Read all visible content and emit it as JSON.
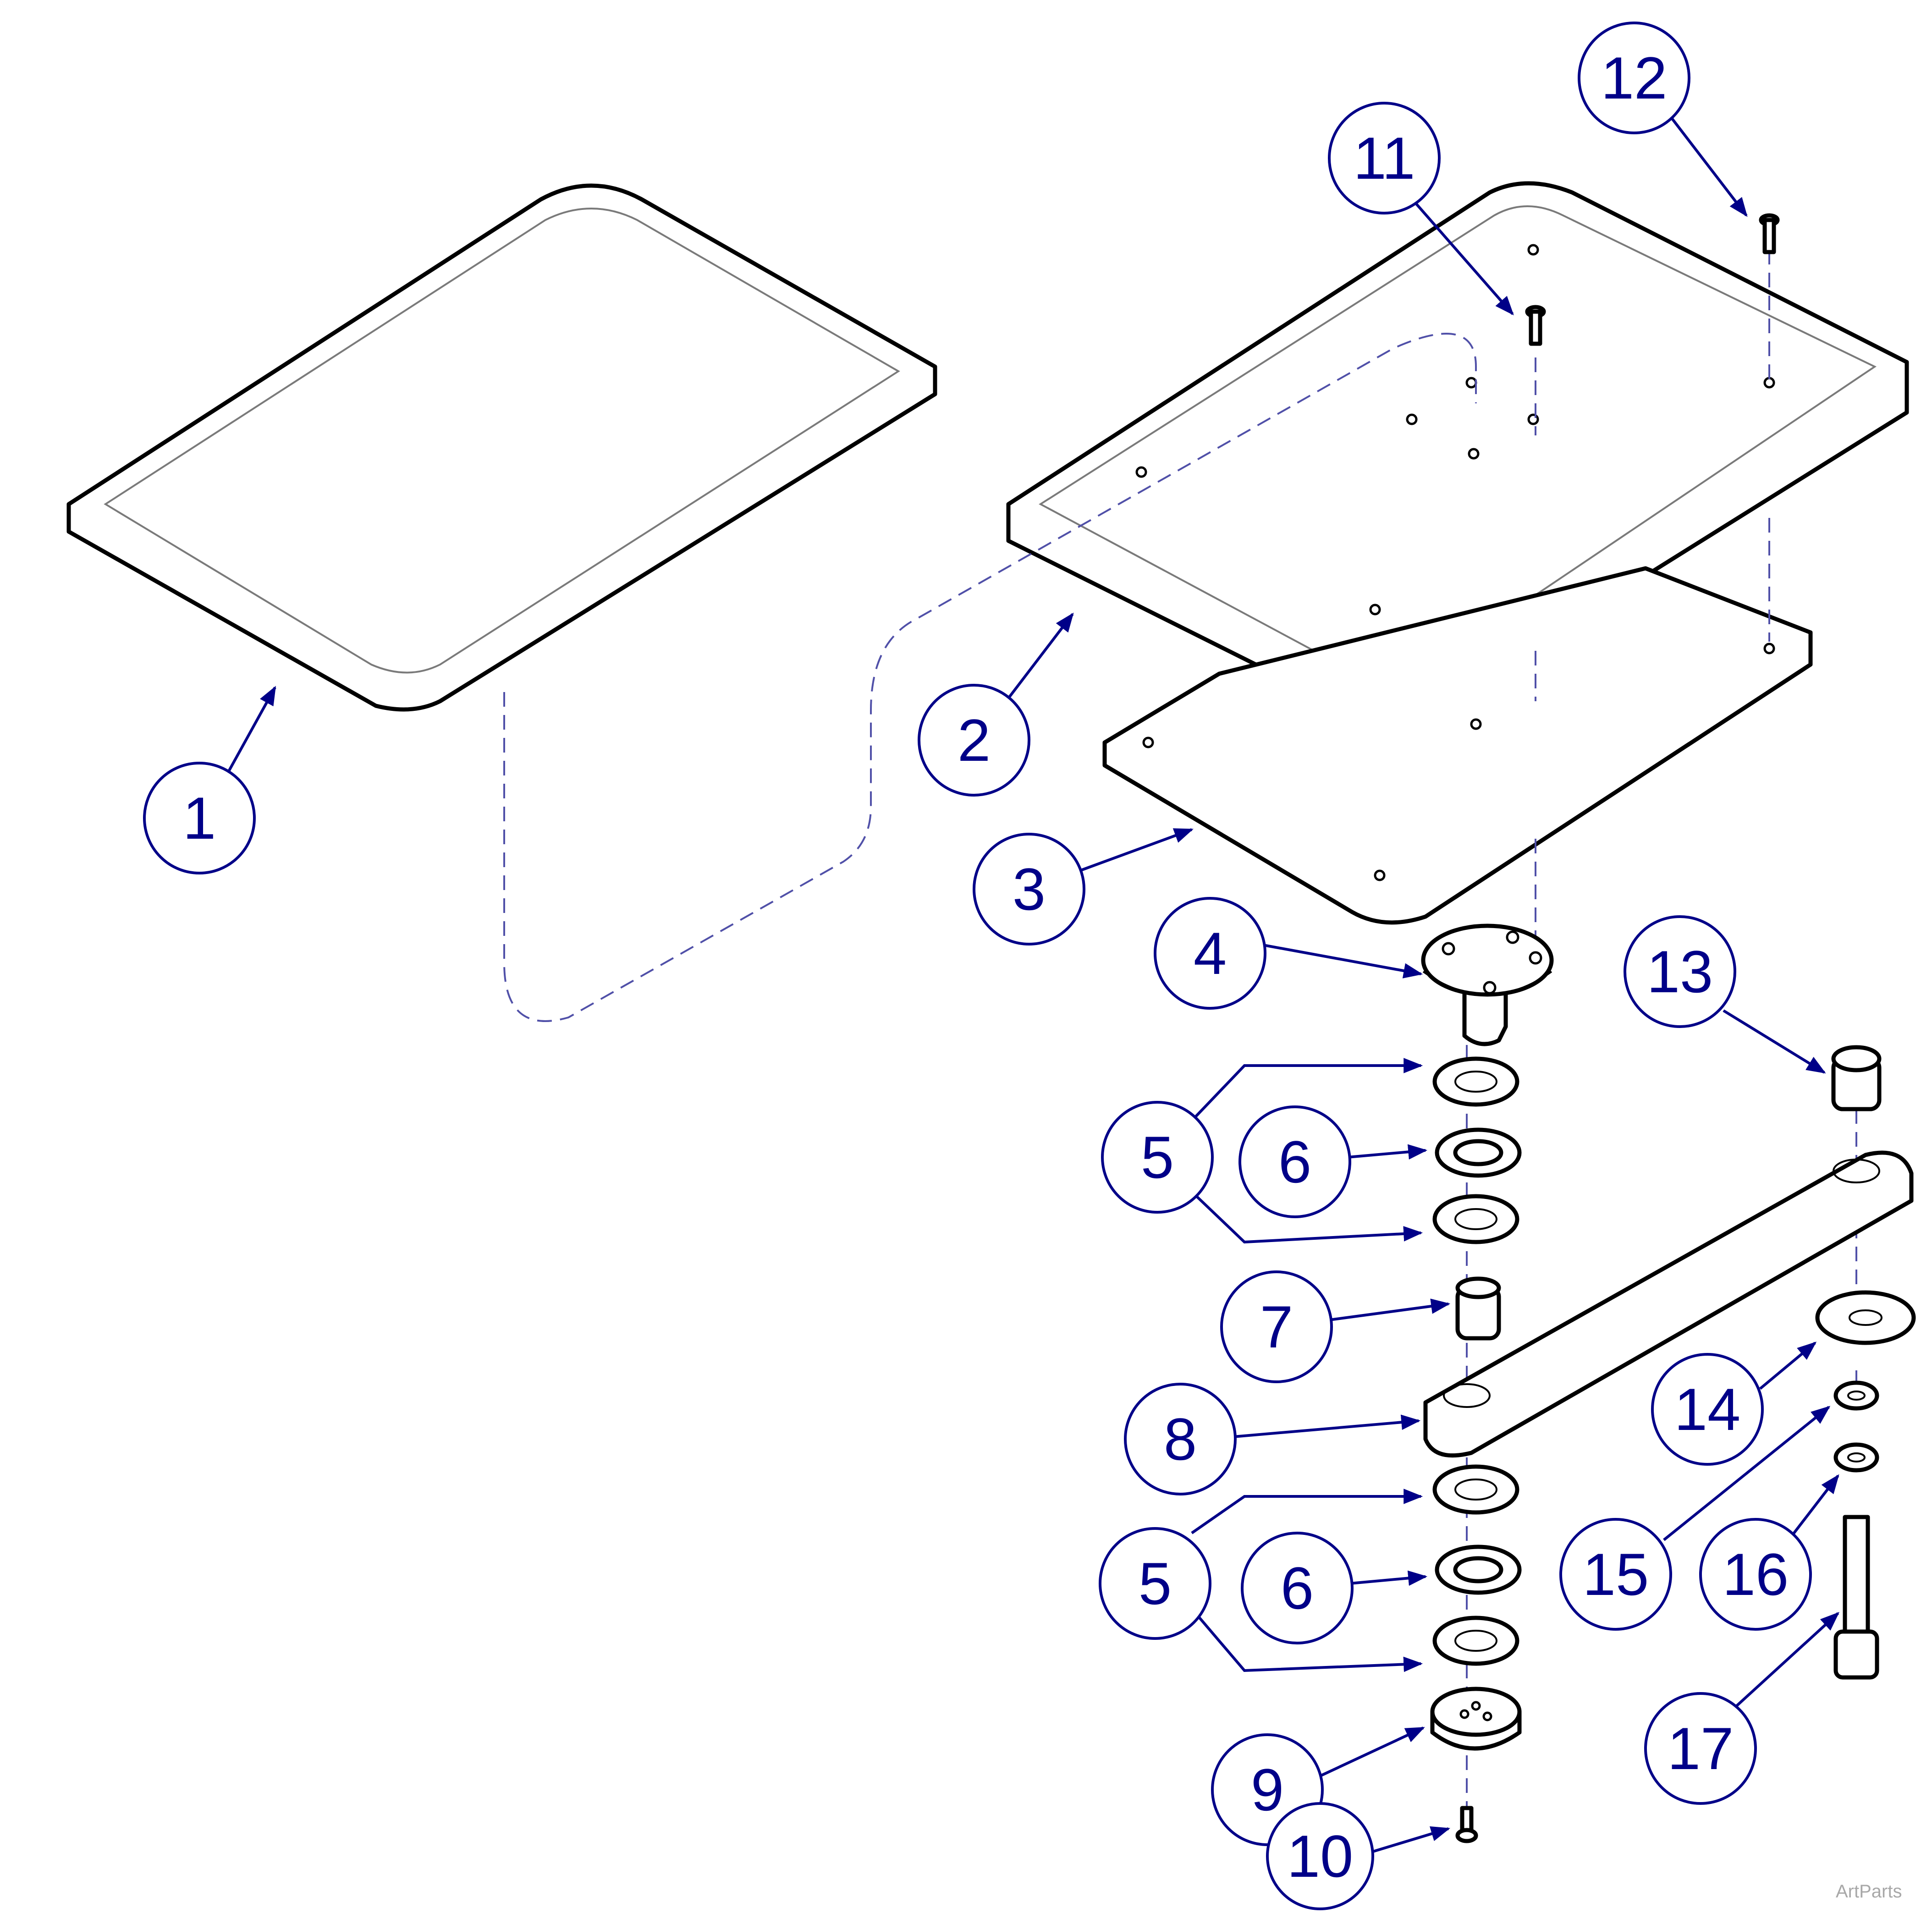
{
  "diagram": {
    "callouts": [
      {
        "id": "c1",
        "label": "1"
      },
      {
        "id": "c2",
        "label": "2"
      },
      {
        "id": "c3",
        "label": "3"
      },
      {
        "id": "c4",
        "label": "4"
      },
      {
        "id": "c5a",
        "label": "5"
      },
      {
        "id": "c6a",
        "label": "6"
      },
      {
        "id": "c7",
        "label": "7"
      },
      {
        "id": "c8",
        "label": "8"
      },
      {
        "id": "c5b",
        "label": "5"
      },
      {
        "id": "c6b",
        "label": "6"
      },
      {
        "id": "c9",
        "label": "9"
      },
      {
        "id": "c10",
        "label": "10"
      },
      {
        "id": "c11",
        "label": "11"
      },
      {
        "id": "c12",
        "label": "12"
      },
      {
        "id": "c13",
        "label": "13"
      },
      {
        "id": "c14",
        "label": "14"
      },
      {
        "id": "c15",
        "label": "15"
      },
      {
        "id": "c16",
        "label": "16"
      },
      {
        "id": "c17",
        "label": "17"
      }
    ],
    "credit": "ArtParts",
    "colors": {
      "callout": "#000088",
      "line": "#000000",
      "dashed_guide": "#5050a8",
      "credit": "#a8a8a8"
    }
  }
}
